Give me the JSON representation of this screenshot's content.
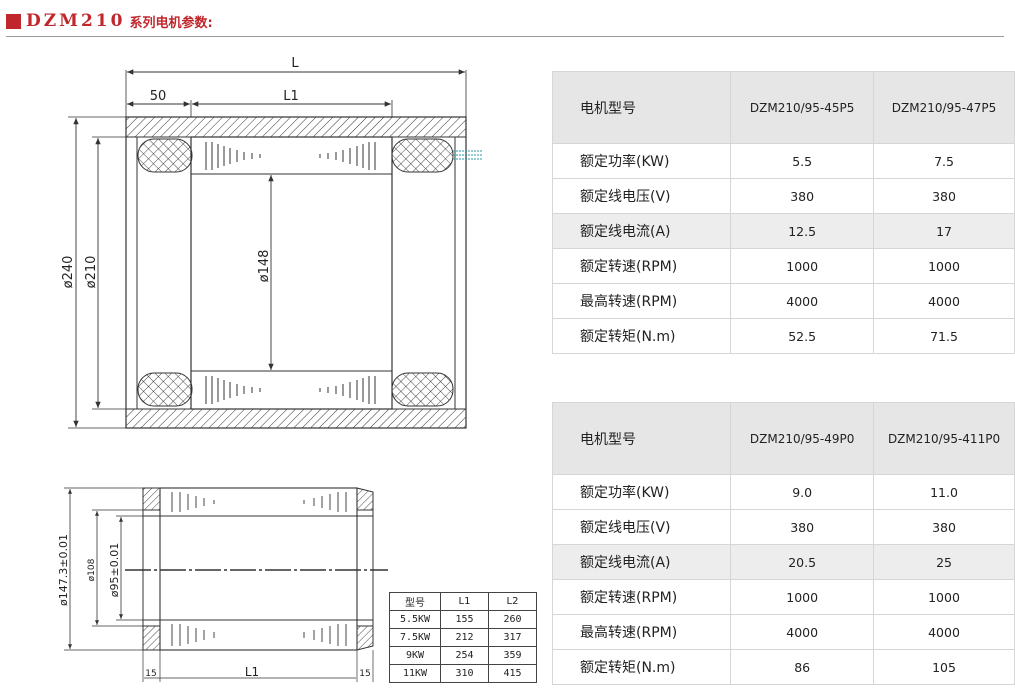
{
  "header": {
    "main": "DZM210",
    "sub": "系列电机参数:"
  },
  "drawing1": {
    "dim_L": "L",
    "dim_50": "50",
    "dim_L1": "L1",
    "dim_240": "ø240",
    "dim_210": "ø210",
    "dim_148": "ø148"
  },
  "drawing2": {
    "dim_147": "ø147.3±0.01",
    "dim_108": "ø108",
    "dim_95": "ø95±0.01",
    "dim_15a": "15",
    "dim_L1": "L1",
    "dim_15b": "15"
  },
  "small_table": {
    "headers": [
      "型号",
      "L1",
      "L2"
    ],
    "rows": [
      [
        "5.5KW",
        "155",
        "260"
      ],
      [
        "7.5KW",
        "212",
        "317"
      ],
      [
        "9KW",
        "254",
        "359"
      ],
      [
        "11KW",
        "310",
        "415"
      ]
    ]
  },
  "tables": [
    {
      "header": {
        "label": "电机型号",
        "models": [
          "DZM210/95-45P5",
          "DZM210/95-47P5"
        ]
      },
      "rows": [
        {
          "label": "额定功率(KW)",
          "values": [
            "5.5",
            "7.5"
          ]
        },
        {
          "label": "额定线电压(V)",
          "values": [
            "380",
            "380"
          ]
        },
        {
          "label": "额定线电流(A)",
          "values": [
            "12.5",
            "17"
          ]
        },
        {
          "label": "额定转速(RPM)",
          "values": [
            "1000",
            "1000"
          ]
        },
        {
          "label": "最高转速(RPM)",
          "values": [
            "4000",
            "4000"
          ]
        },
        {
          "label": "额定转矩(N.m)",
          "values": [
            "52.5",
            "71.5"
          ]
        }
      ]
    },
    {
      "header": {
        "label": "电机型号",
        "models": [
          "DZM210/95-49P0",
          "DZM210/95-411P0"
        ]
      },
      "rows": [
        {
          "label": "额定功率(KW)",
          "values": [
            "9.0",
            "11.0"
          ]
        },
        {
          "label": "额定线电压(V)",
          "values": [
            "380",
            "380"
          ]
        },
        {
          "label": "额定线电流(A)",
          "values": [
            "20.5",
            "25"
          ]
        },
        {
          "label": "额定转速(RPM)",
          "values": [
            "1000",
            "1000"
          ]
        },
        {
          "label": "最高转速(RPM)",
          "values": [
            "4000",
            "4000"
          ]
        },
        {
          "label": "额定转矩(N.m)",
          "values": [
            "86",
            "105"
          ]
        }
      ]
    }
  ]
}
